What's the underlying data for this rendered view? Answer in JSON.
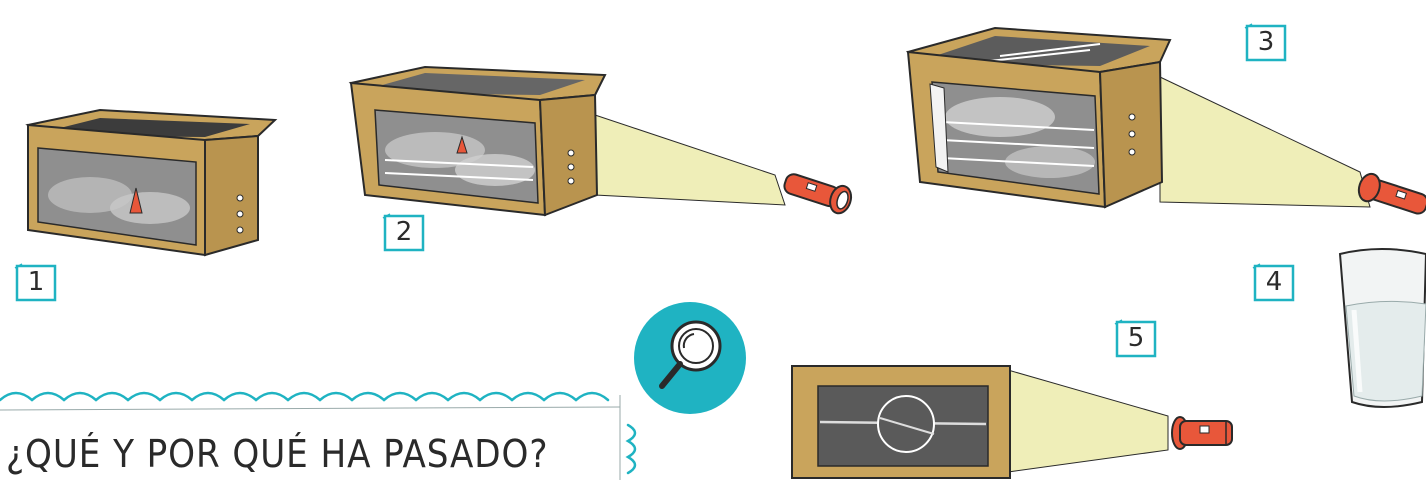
{
  "steps": [
    {
      "label": "1"
    },
    {
      "label": "2"
    },
    {
      "label": "3"
    },
    {
      "label": "4"
    },
    {
      "label": "5"
    }
  ],
  "heading": {
    "text": "¿QUÉ Y POR QUÉ HA PASADO?"
  },
  "icons": {
    "magnifier": "magnifying-glass-icon",
    "flashlight": "flashlight-icon",
    "glass": "water-glass-icon"
  },
  "colors": {
    "cardboard": "#c9a45c",
    "flashlight": "#e8573a",
    "teal": "#1fb3c2",
    "beam": "#efeeb8",
    "smoke": "#7d7d7d"
  }
}
